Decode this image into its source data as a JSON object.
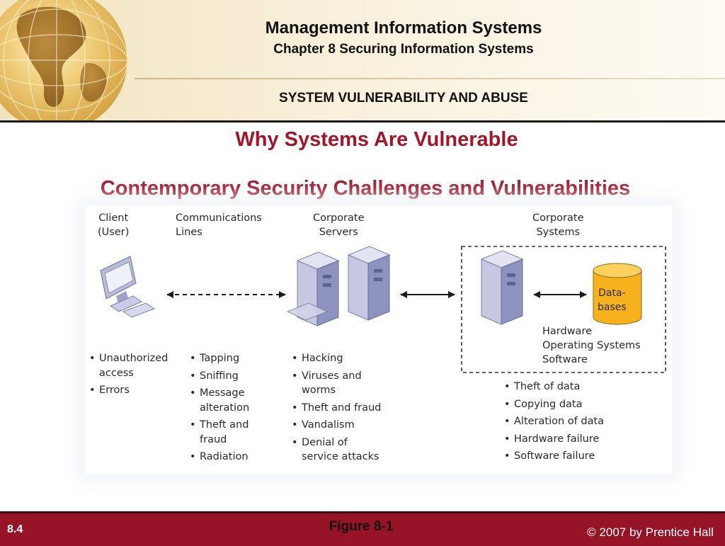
{
  "header": {
    "course_title": "Management Information Systems",
    "chapter_title": "Chapter 8 Securing Information Systems",
    "section_title": "SYSTEM VULNERABILITY AND ABUSE"
  },
  "slide": {
    "title": "Why Systems Are Vulnerable",
    "subtitle": "Contemporary Security Challenges and Vulnerabilities"
  },
  "diagram": {
    "columns": [
      {
        "heading": [
          "Client",
          "(User)"
        ],
        "bullets": [
          [
            "Unauthorized",
            "access"
          ],
          [
            "Errors"
          ]
        ]
      },
      {
        "heading": [
          "Communications",
          "Lines"
        ],
        "bullets": [
          [
            "Tapping"
          ],
          [
            "Sniffing"
          ],
          [
            "Message",
            "alteration"
          ],
          [
            "Theft and",
            "fraud"
          ],
          [
            "Radiation"
          ]
        ]
      },
      {
        "heading": [
          "Corporate",
          "Servers"
        ],
        "bullets": [
          [
            "Hacking"
          ],
          [
            "Viruses and",
            "worms"
          ],
          [
            "Theft and fraud"
          ],
          [
            "Vandalism"
          ],
          [
            "Denial of",
            "service attacks"
          ]
        ]
      },
      {
        "heading": [
          "Corporate",
          "Systems"
        ],
        "bullets": [
          [
            "Theft of data"
          ],
          [
            "Copying data"
          ],
          [
            "Alteration of data"
          ],
          [
            "Hardware failure"
          ],
          [
            "Software failure"
          ]
        ]
      }
    ],
    "database_label": [
      "Data-",
      "bases"
    ],
    "systems_components": [
      "Hardware",
      "Operating Systems",
      "Software"
    ],
    "colors": {
      "database_fill": "#f6b21c",
      "server_fill": "#c5c8e0",
      "server_shade": "#8e93bd",
      "monitor_fill": "#cdd0e6"
    }
  },
  "footer": {
    "slide_number": "8.4",
    "figure_label": "Figure 8-1",
    "copyright": "© 2007 by Prentice Hall"
  }
}
